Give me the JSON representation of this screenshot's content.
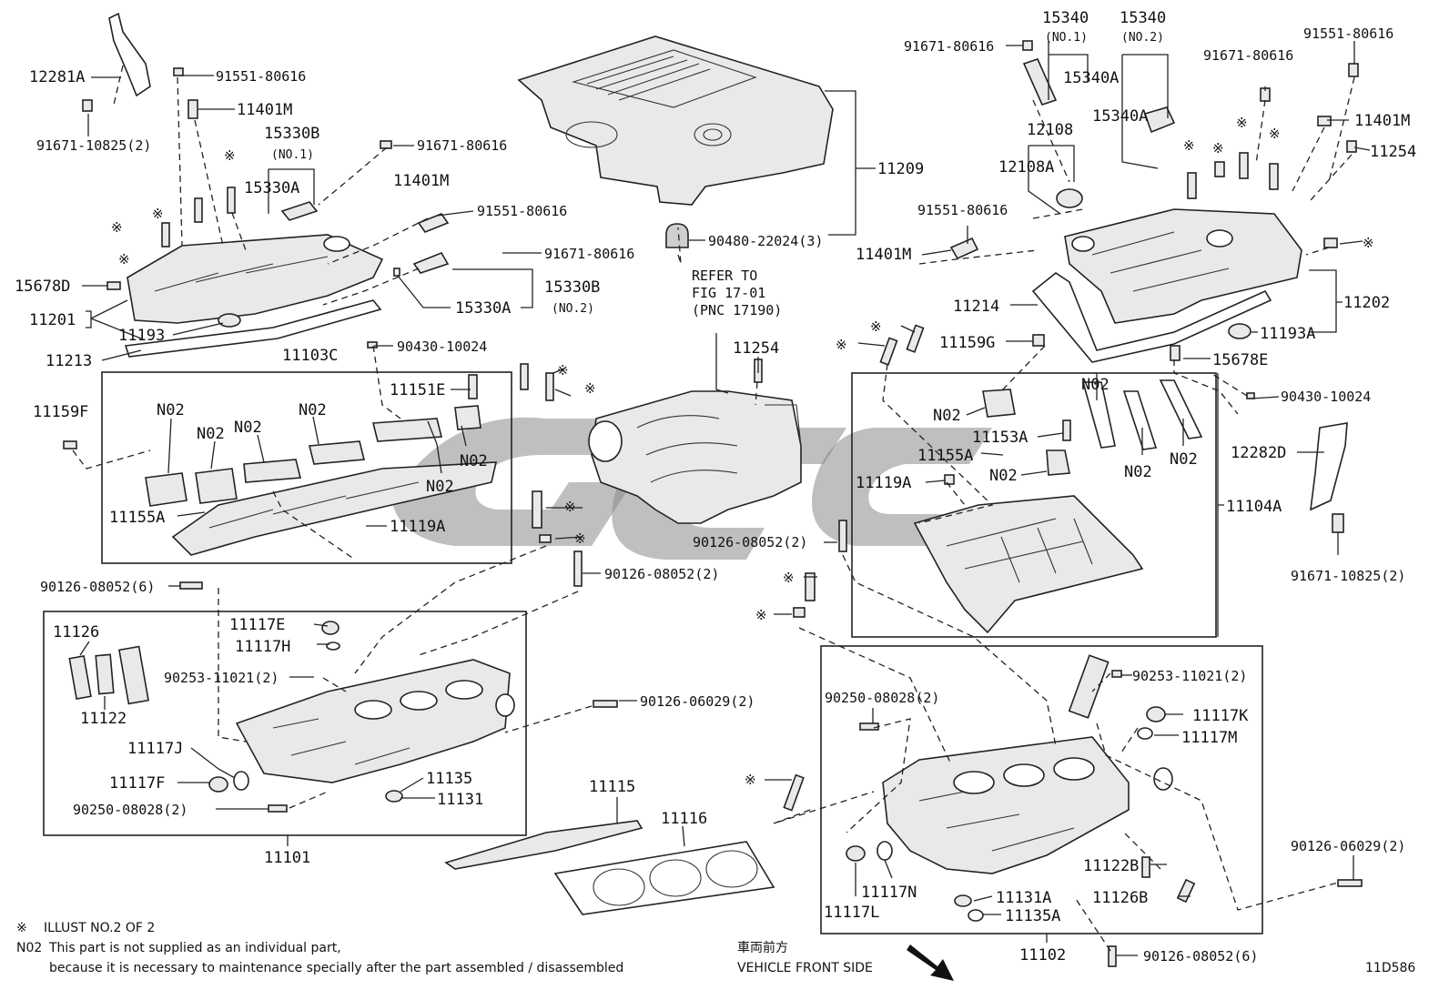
{
  "labels": {
    "p12281A": "12281A",
    "p91551_80616_a": "91551-80616",
    "p11401M_a": "11401M",
    "p91671_10825_a": "91671-10825(2)",
    "p15330B_a": "15330B",
    "p15330B_a_sub": "(NO.1)",
    "p91671_80616_a": "91671-80616",
    "p15330A_a": "15330A",
    "p11401M_b": "11401M",
    "p91551_80616_b": "91551-80616",
    "p91671_80616_b": "91671-80616",
    "p15678D": "15678D",
    "p15330B_b": "15330B",
    "p15330B_b_sub": "(NO.2)",
    "p15330A_b": "15330A",
    "p11201": "11201",
    "p11193": "11193",
    "p11213": "11213",
    "p11103C": "11103C",
    "p90430_10024_a": "90430-10024",
    "p11151E": "11151E",
    "p11159F": "11159F",
    "p11155A_a": "11155A",
    "p11119A_a": "11119A",
    "p11209": "11209",
    "p90480_22024": "90480-22024(3)",
    "refer1": "REFER TO",
    "refer2": "FIG 17-01",
    "refer3": "(PNC 17190)",
    "p11254_a": "11254",
    "p15340_1": "15340",
    "p15340_1_sub": "(NO.1)",
    "p15340_2": "15340",
    "p15340_2_sub": "(NO.2)",
    "p91671_80616_c": "91671-80616",
    "p15340A_a": "15340A",
    "p15340A_b": "15340A",
    "p91551_80616_c": "91551-80616",
    "p91671_80616_d": "91671-80616",
    "p11401M_c": "11401M",
    "p11254_b": "11254",
    "p12108": "12108",
    "p12108A": "12108A",
    "p91551_80616_d": "91551-80616",
    "p11401M_d": "11401M",
    "p11214": "11214",
    "p11202": "11202",
    "p11193A": "11193A",
    "p11159G": "11159G",
    "p15678E": "15678E",
    "p90430_10024_b": "90430-10024",
    "p11153A": "11153A",
    "p11155A_b": "11155A",
    "p11119A_b": "11119A",
    "p12282D": "12282D",
    "p11104A": "11104A",
    "p91671_10825_b": "91671-10825(2)",
    "p90126_08052_a": "90126-08052(2)",
    "p90126_08052_b": "90126-08052(2)",
    "p90126_08052_6a": "90126-08052(6)",
    "p11126": "11126",
    "p11122": "11122",
    "p11117E": "11117E",
    "p11117H": "11117H",
    "p90253_11021_a": "90253-11021(2)",
    "p90126_06029_a": "90126-06029(2)",
    "p11117J": "11117J",
    "p11117F": "11117F",
    "p90250_08028_a": "90250-08028(2)",
    "p11135": "11135",
    "p11131": "11131",
    "p11101": "11101",
    "p11115": "11115",
    "p11116": "11116",
    "p90250_08028_b": "90250-08028(2)",
    "p90253_11021_b": "90253-11021(2)",
    "p11117K": "11117K",
    "p11117M": "11117M",
    "p90126_06029_b": "90126-06029(2)",
    "p11122B": "11122B",
    "p11126B": "11126B",
    "p11117N": "11117N",
    "p11117L": "11117L",
    "p11131A": "11131A",
    "p11135A": "11135A",
    "p11102": "11102",
    "p90126_08052_6b": "90126-08052(6)",
    "n02": "N02",
    "kome": "※"
  },
  "legend": {
    "mark": "※",
    "illust": "ILLUST NO.2 OF 2",
    "n02_code": "N02",
    "n02_line1": "This part is not supplied as an individual part,",
    "n02_line2": "because it is necessary to maintenance specially after the part assembled / disassembled"
  },
  "front": {
    "jp": "車両前方",
    "en": "VEHICLE FRONT SIDE"
  },
  "figure_code": "11D586"
}
